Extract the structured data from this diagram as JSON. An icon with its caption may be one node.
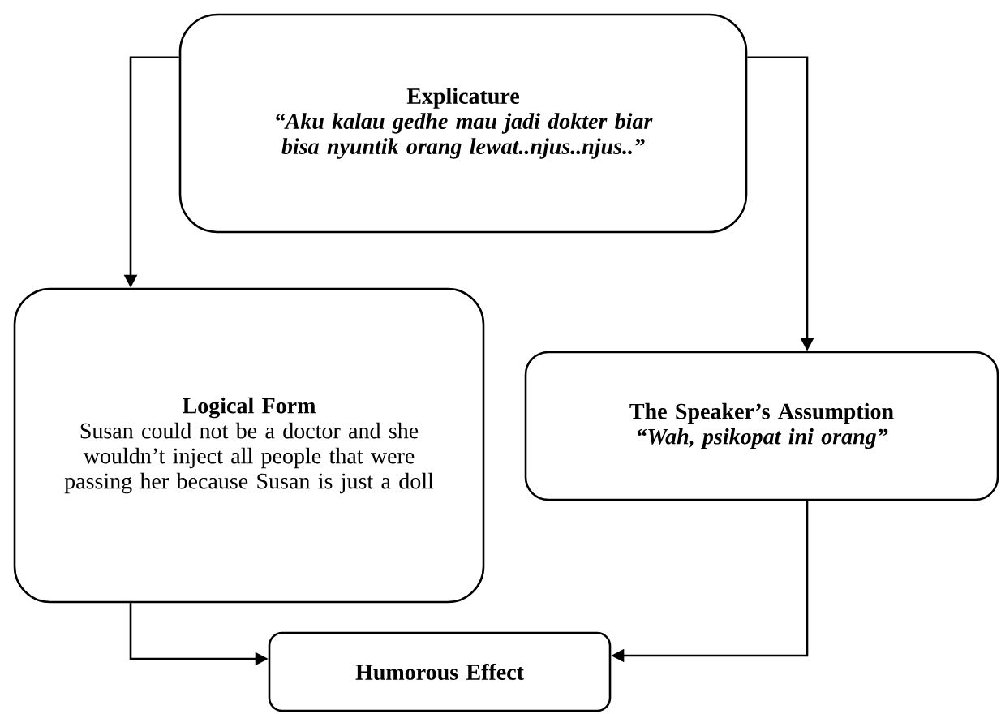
{
  "diagram": {
    "nodes": [
      {
        "text": [
          "Explicature",
          "“Aku kalau gedhe mau jadi dokter biar bisa nyuntik orang lewat..njus..njus..”"
        ]
      },
      {
        "text": [
          "Logical Form",
          "Susan could not be a doctor and she wouldn’t inject all people that were passing  her because Susan is just a doll"
        ]
      },
      {
        "text": [
          "The Speaker’s Assumption",
          "“Wah, psikopat ini orang”"
        ]
      },
      {
        "text": [
          "Humorous Effect"
        ]
      }
    ],
    "edges": [
      {
        "from": 0,
        "to": 1,
        "arrow": "to"
      },
      {
        "from": 0,
        "to": 2,
        "arrow": "to"
      },
      {
        "from": 1,
        "to": 3,
        "arrow": "to"
      },
      {
        "from": 2,
        "to": 3,
        "arrow": "to"
      }
    ]
  }
}
